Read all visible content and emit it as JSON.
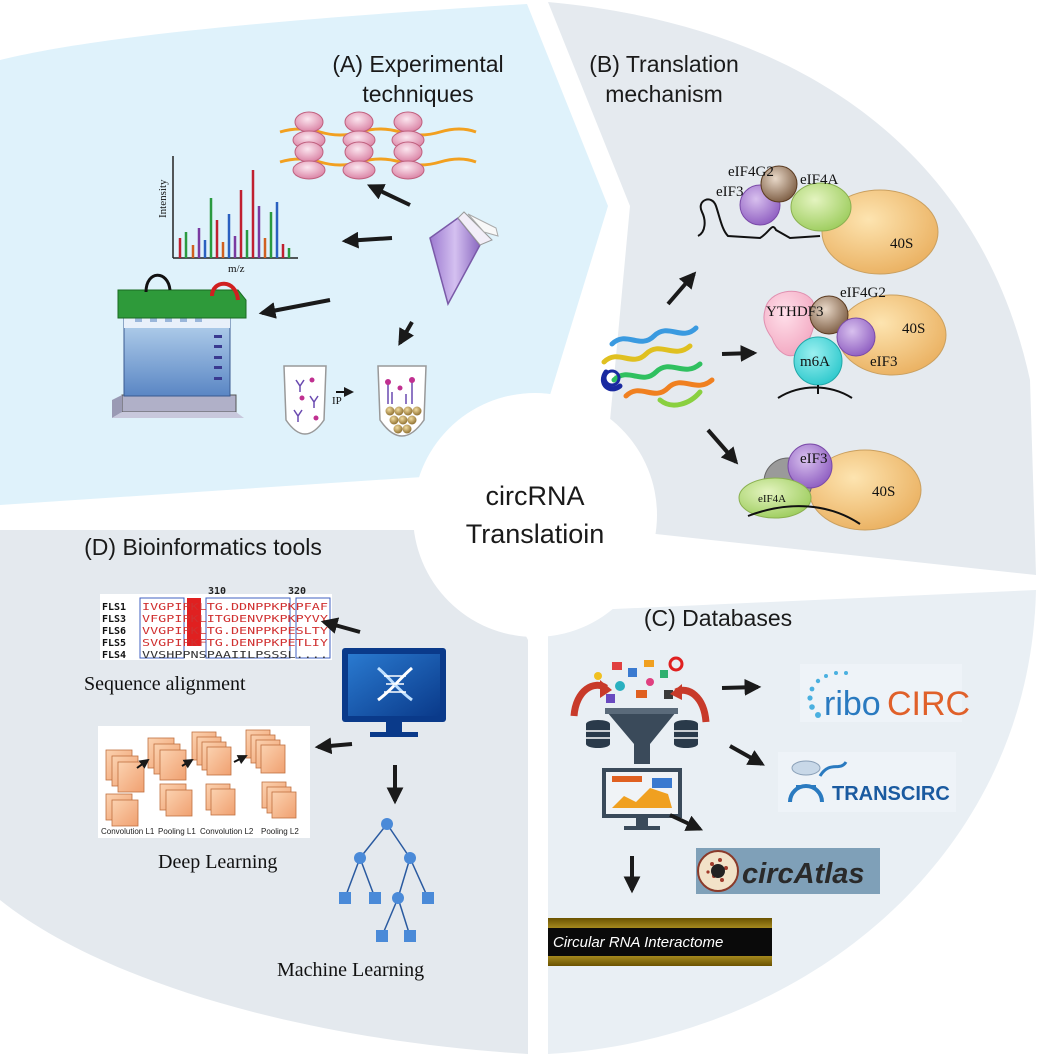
{
  "center": {
    "line1": "circRNA",
    "line2": "Translatioin"
  },
  "quadrant_a": {
    "title_line1": "(A) Experimental",
    "title_line2": "techniques",
    "spectrum_y_label": "Intensity",
    "spectrum_x_label": "m/z",
    "ip_label": "IP"
  },
  "quadrant_b": {
    "title_line1": "(B) Translation",
    "title_line2": "mechanism",
    "complex1": {
      "factor1": "eIF4G2",
      "factor2": "eIF3",
      "factor3": "eIF4A",
      "subunit": "40S"
    },
    "complex2": {
      "reader": "YTHDF3",
      "factor1": "eIF4G2",
      "mod": "m6A",
      "factor2": "eIF3",
      "subunit": "40S"
    },
    "complex3": {
      "factor1": "eIF3",
      "factor2": "eIF4A",
      "subunit": "40S"
    }
  },
  "quadrant_c": {
    "title": "(C) Databases",
    "db_ribocirc": {
      "part1": "ribo",
      "part2": "CIRC"
    },
    "db_transcirc": "TRANSCIRC",
    "db_circatlas": "circAtlas",
    "db_interactome": "Circular RNA Interactome"
  },
  "quadrant_d": {
    "title": "(D) Bioinformatics tools",
    "alignment": {
      "label": "Sequence alignment",
      "tick1": "310",
      "tick2": "320",
      "rows": [
        {
          "name": "FLS1",
          "seq": "IVGPIPKLTG.DDNPPKPKPFAF"
        },
        {
          "name": "FLS3",
          "seq": "VFGPIPKLITGDENVPKPKPYVY"
        },
        {
          "name": "FLS6",
          "seq": "VVGPIPKLTG.DENPPKPESLTY"
        },
        {
          "name": "FLS5",
          "seq": "SVGPIPKFTG.DENPPKPETLIY"
        },
        {
          "name": "FLS4",
          "seq": "VVSHPPNSPAAIILPSSSL...."
        }
      ]
    },
    "deep_learning": {
      "label": "Deep Learning",
      "layers": [
        "Convolution L1",
        "Pooling L1",
        "Convolution L2",
        "Pooling L2"
      ]
    },
    "machine_learning": {
      "label": "Machine Learning"
    }
  },
  "colors": {
    "panel_a": "#dff2fb",
    "panel_b": "#e5eaef",
    "panel_c": "#e9eff4",
    "panel_d": "#e4e9ee",
    "ribosome_orange": "#f0c070",
    "eif3_purple": "#9b6fc6",
    "eif4a_green": "#b4dc7a",
    "ythdf3_pink": "#f6b8cc",
    "m6a_cyan": "#3dd3d3"
  }
}
